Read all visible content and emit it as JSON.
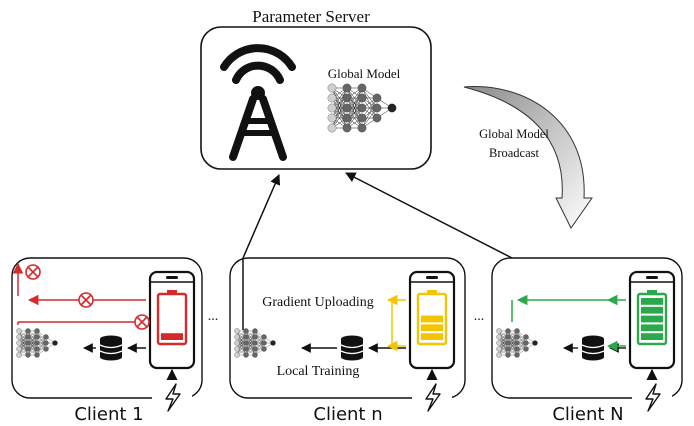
{
  "server": {
    "title": "Parameter Server",
    "model_label": "Global Model",
    "icon": "antenna-tower-icon"
  },
  "broadcast": {
    "label_line1": "Global Model",
    "label_line2": "Broadcast"
  },
  "ellipsis": "...",
  "clients": [
    {
      "label": "Client 1",
      "battery_level": 0.2,
      "battery_color": "#d42a2a",
      "arrow_color": "#d42a2a",
      "state": "failed"
    },
    {
      "label": "Client n",
      "battery_level": 0.6,
      "battery_color": "#f2c500",
      "arrow_color": "#f2c500",
      "state": "uploading",
      "upload_label": "Gradient Uploading",
      "training_label": "Local Training"
    },
    {
      "label": "Client N",
      "battery_level": 1.0,
      "battery_color": "#2aa84a",
      "arrow_color": "#2aa84a",
      "state": "full"
    }
  ],
  "icons": [
    "antenna-tower-icon",
    "neural-network-icon",
    "database-icon",
    "smartphone-icon",
    "battery-icon",
    "lightning-icon",
    "failure-cross-icon"
  ],
  "colors": {
    "stroke": "#111111",
    "red": "#d42a2a",
    "yellow": "#f2c500",
    "green": "#2aa84a"
  }
}
